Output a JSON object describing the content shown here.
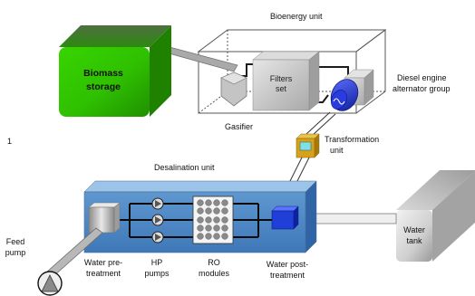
{
  "diagram": {
    "labels": {
      "bioenergy_unit": "Bioenergy unit",
      "biomass_storage_line1": "Biomass",
      "biomass_storage_line2": "storage",
      "filters_set_line1": "Filters",
      "filters_set_line2": "set",
      "gasifier": "Gasifier",
      "diesel_line1": "Diesel engine",
      "diesel_line2": "alternator group",
      "transformation_line1": "Transformation",
      "transformation_line2": "unit",
      "desalination_unit": "Desalination unit",
      "feed_pump_line1": "Feed",
      "feed_pump_line2": "pump",
      "water_pretreatment_line1": "Water pre-",
      "water_pretreatment_line2": "treatment",
      "hp_pumps_line1": "HP",
      "hp_pumps_line2": "pumps",
      "ro_modules_line1": "RO",
      "ro_modules_line2": "modules",
      "water_posttreatment_line1": "Water post-",
      "water_posttreatment_line2": "treatment",
      "water_tank_line1": "Water",
      "water_tank_line2": "tank",
      "stray_mark": "1"
    },
    "colors": {
      "biomass_green": "#33cc00",
      "biomass_dark": "#2f8a12",
      "desal_blue": "#4b85c2",
      "desal_light": "#9cc4e8",
      "post_treatment_blue": "#1f3fd6",
      "transformer_orange": "#d6a21a",
      "alternator_blue": "#1f2fcc",
      "component_grey": "#c9c9c9"
    }
  }
}
